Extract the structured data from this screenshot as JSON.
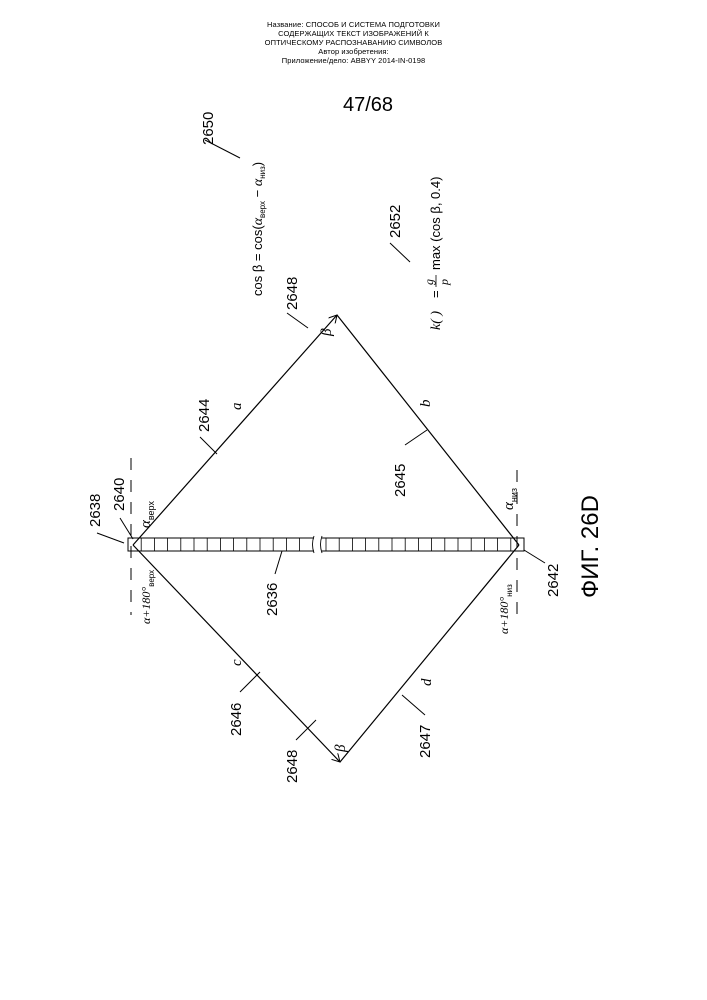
{
  "header": {
    "line1": "Название: СПОСОБ И СИСТЕМА ПОДГОТОВКИ",
    "line2": "СОДЕРЖАЩИХ ТЕКСТ ИЗОБРАЖЕНИЙ К",
    "line3": "ОПТИЧЕСКОМУ РАСПОЗНАВАНИЮ СИМВОЛОВ",
    "line4": "Автор изобретения:",
    "line5": "Приложение/дело: ABBYY 2014-IN-0198"
  },
  "page_number": "47/68",
  "figure": {
    "caption": "ФИГ. 26D",
    "refs": {
      "r2650": "2650",
      "r2652": "2652",
      "r2648_top": "2648",
      "r2644": "2644",
      "r2645": "2645",
      "r2638": "2638",
      "r2640": "2640",
      "r2636": "2636",
      "r2642": "2642",
      "r2646": "2646",
      "r2647": "2647",
      "r2648_bottom": "2648"
    },
    "side_labels": {
      "a": "a",
      "b": "b",
      "c": "c",
      "d": "d"
    },
    "beta": "β",
    "alpha_top": {
      "alpha": "α",
      "sub": "верх"
    },
    "alpha_bottom": {
      "alpha": "α",
      "sub": "низ"
    },
    "alpha_plus_top": {
      "expr": "α+180°",
      "sub": "верх"
    },
    "alpha_plus_bottom": {
      "expr": "α+180°",
      "sub": "низ"
    },
    "formula_cos": {
      "lhs": "cos β = cos(",
      "alpha1": "α",
      "sub1": "верх",
      "minus": " − ",
      "alpha2": "α",
      "sub2": "низ",
      "close": ")"
    },
    "formula_k": {
      "k": "k( )",
      "eq": "=",
      "num": "g",
      "den": "p",
      "rest": "max (cos β, 0.4)"
    }
  }
}
